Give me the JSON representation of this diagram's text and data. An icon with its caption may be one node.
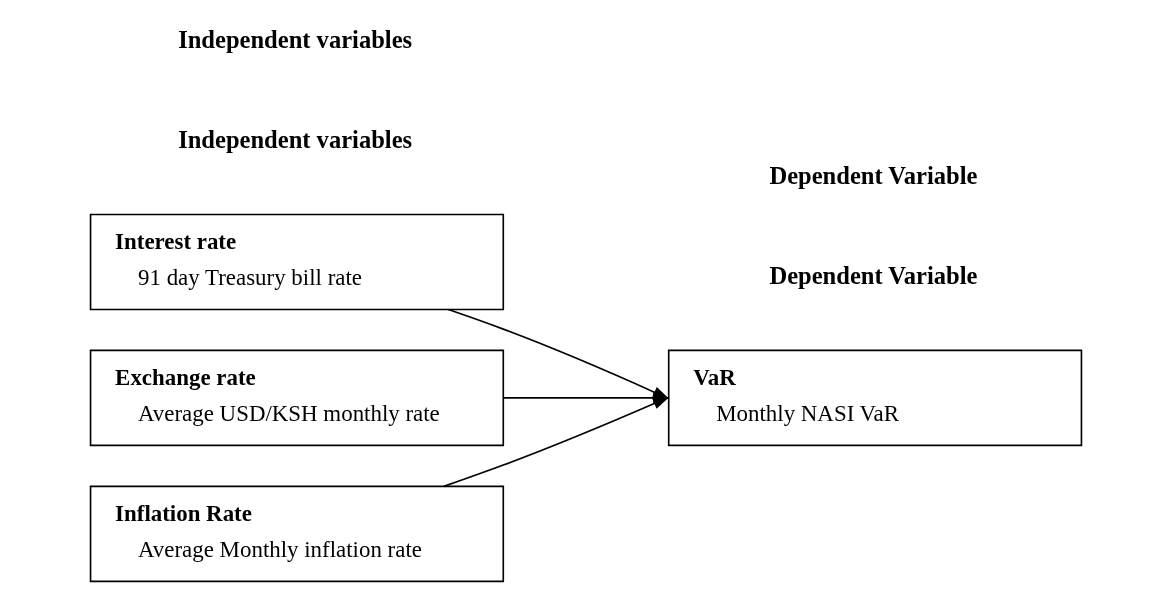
{
  "diagram": {
    "nodes": [
      {
        "text": [
          "Interest rate",
          "91 day Treasury bill rate"
        ]
      },
      {
        "text": [
          "Exchange rate",
          "Average USD/KSH monthly rate"
        ]
      },
      {
        "text": [
          "Inflation Rate",
          "Average Monthly inflation rate"
        ]
      },
      {
        "text": [
          "VaR",
          "Monthly NASI VaR"
        ]
      }
    ],
    "edges": [
      {
        "from": 0,
        "to": 3,
        "arrow": "to"
      },
      {
        "from": 1,
        "to": 3,
        "arrow": "to"
      },
      {
        "from": 2,
        "to": 3,
        "arrow": "to"
      }
    ],
    "labels": [
      "Independent variables",
      "Dependent Variable",
      "Independent variables",
      "Dependent Variable"
    ]
  }
}
